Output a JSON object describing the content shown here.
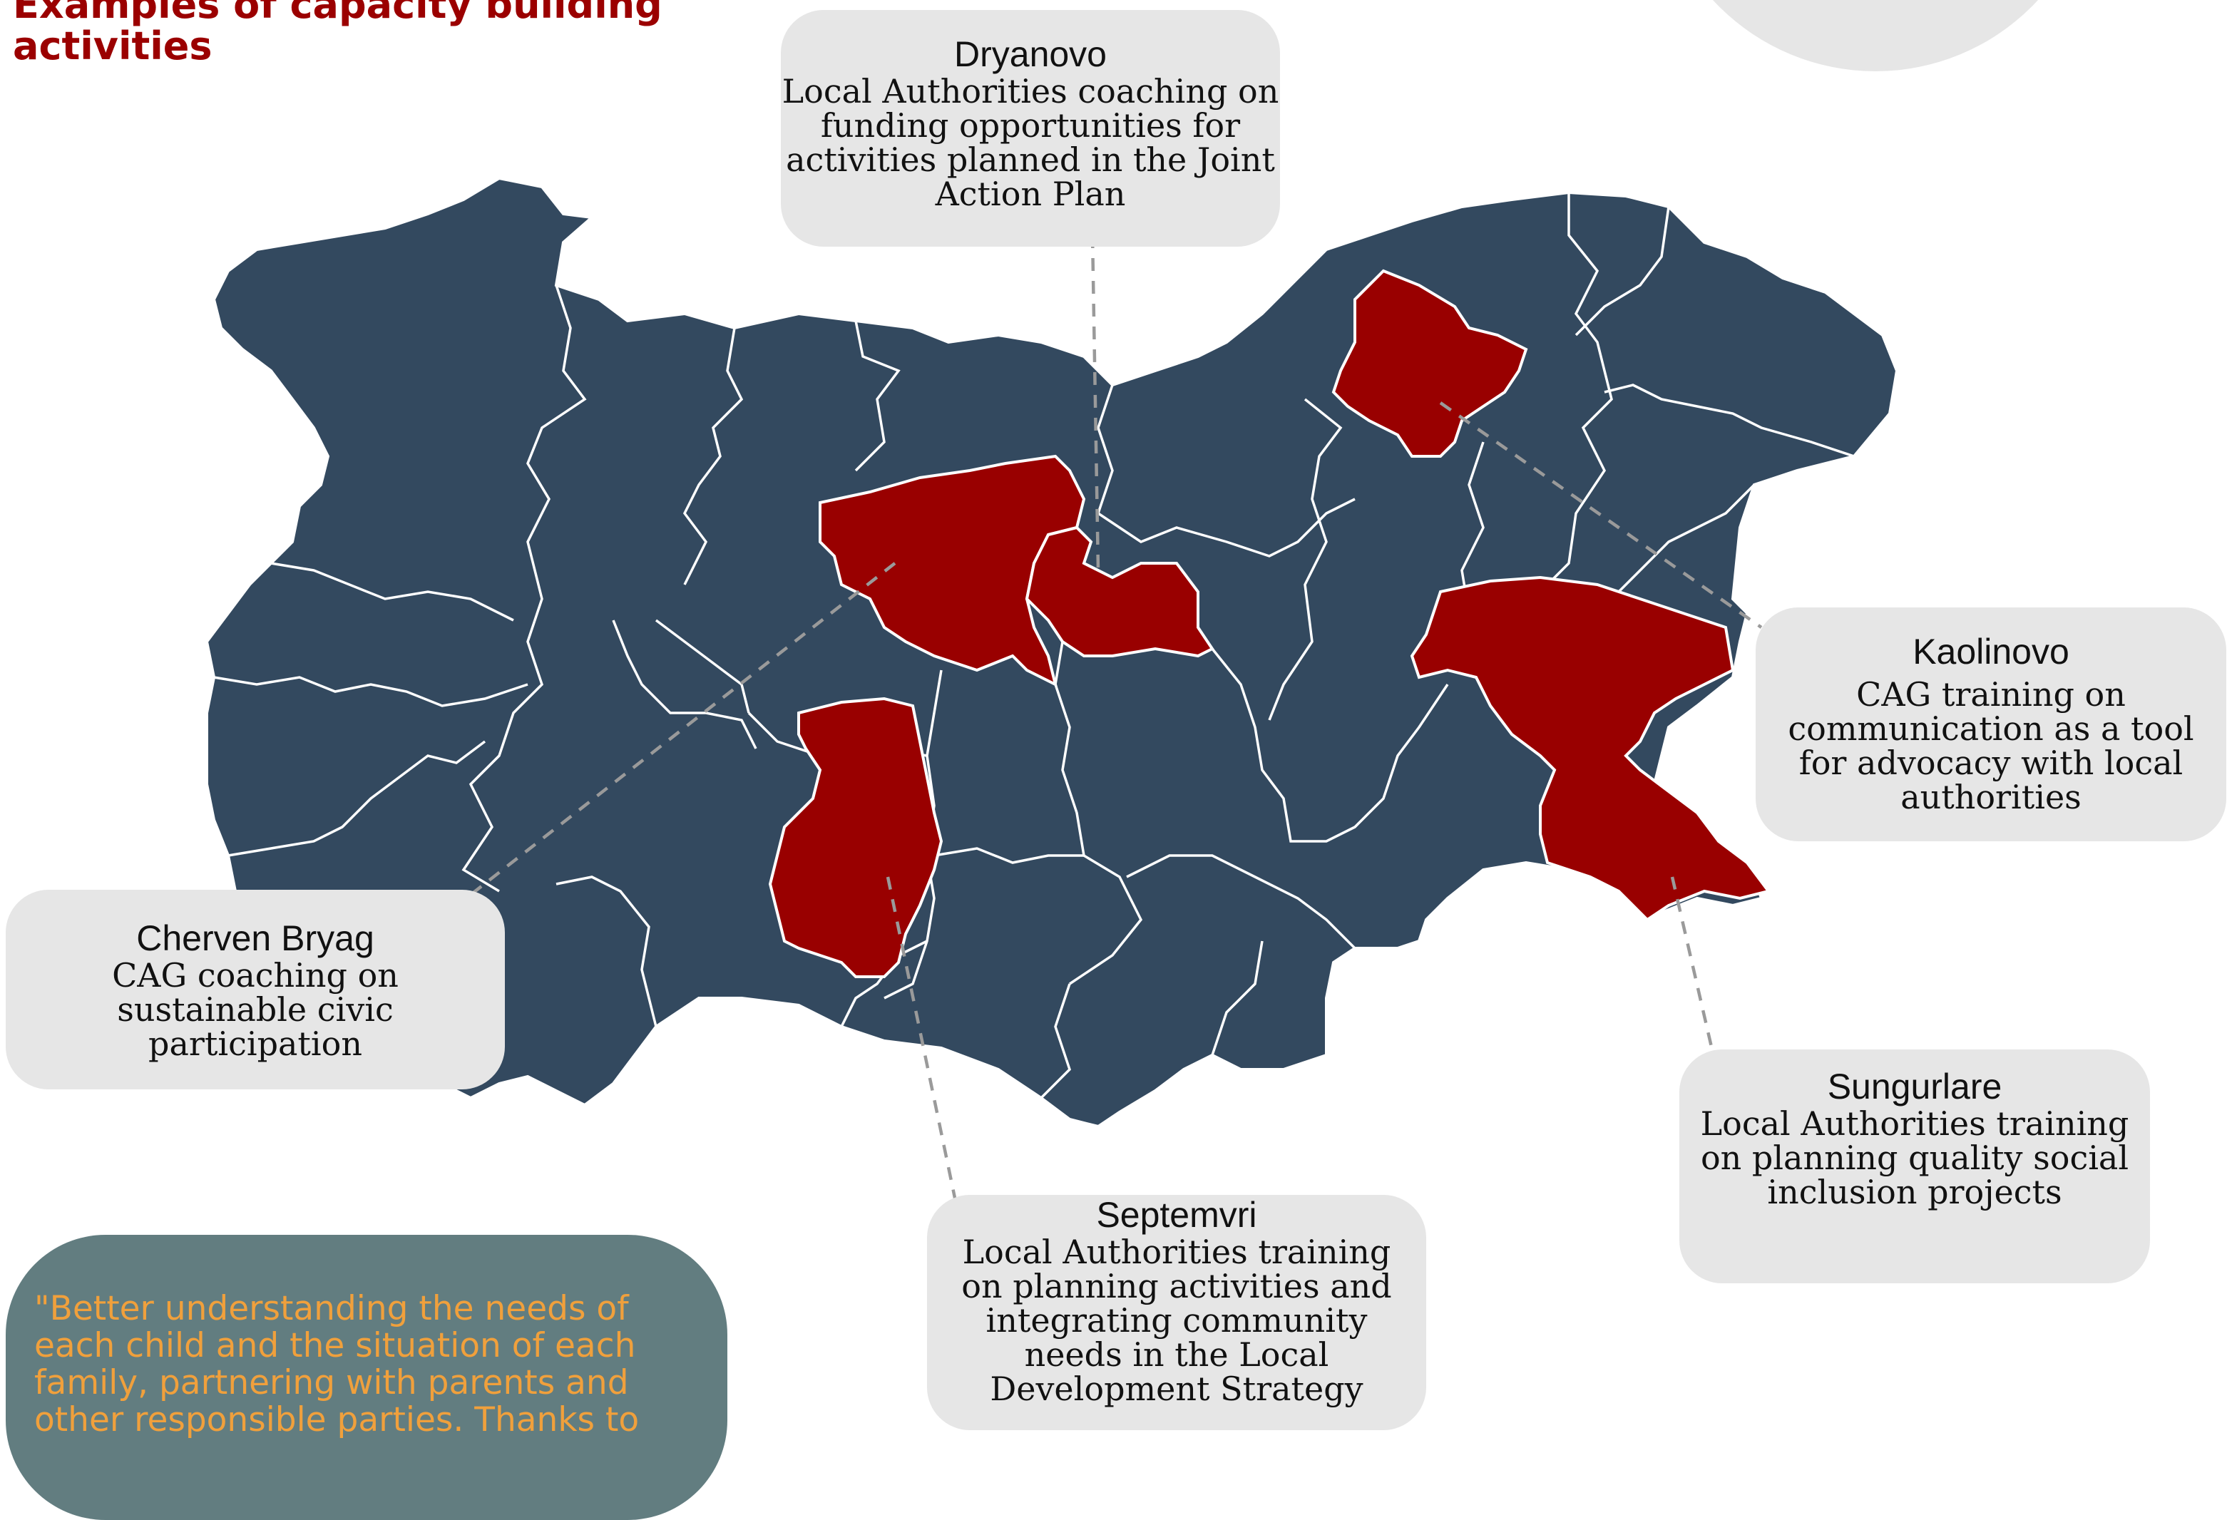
{
  "title": "Examples of capacity building activities",
  "colors": {
    "region_default": "#33495f",
    "region_highlight": "#990000",
    "region_border": "#ffffff",
    "callout_bg": "#e6e6e6",
    "title": "#9b0000",
    "quote_bg": "#627d80",
    "quote_text": "#f0a03c",
    "leader_line": "#9a9a9a"
  },
  "callouts": {
    "dryanovo": {
      "name": "Dryanovo",
      "desc": "Local  Authorities coaching on funding opportunities for activities planned in the Joint Action Plan"
    },
    "kaolinovo": {
      "name": "Kaolinovo",
      "desc": "CAG training on communication as a tool for advocacy with local authorities"
    },
    "cherven_bryag": {
      "name": "Cherven Bryag",
      "desc": "CAG coaching on sustainable civic participation"
    },
    "sungurlare": {
      "name": "Sungurlare",
      "desc": "Local Authorities training on planning quality social inclusion projects"
    },
    "septemvri": {
      "name": "Septemvri",
      "desc": "Local Authorities training on planning activities and integrating community needs in the Local Development Strategy"
    }
  },
  "quote": {
    "text": "\"Better understanding the needs of each child and the situation of each family, partnering with parents and other responsible parties. Thanks to"
  }
}
